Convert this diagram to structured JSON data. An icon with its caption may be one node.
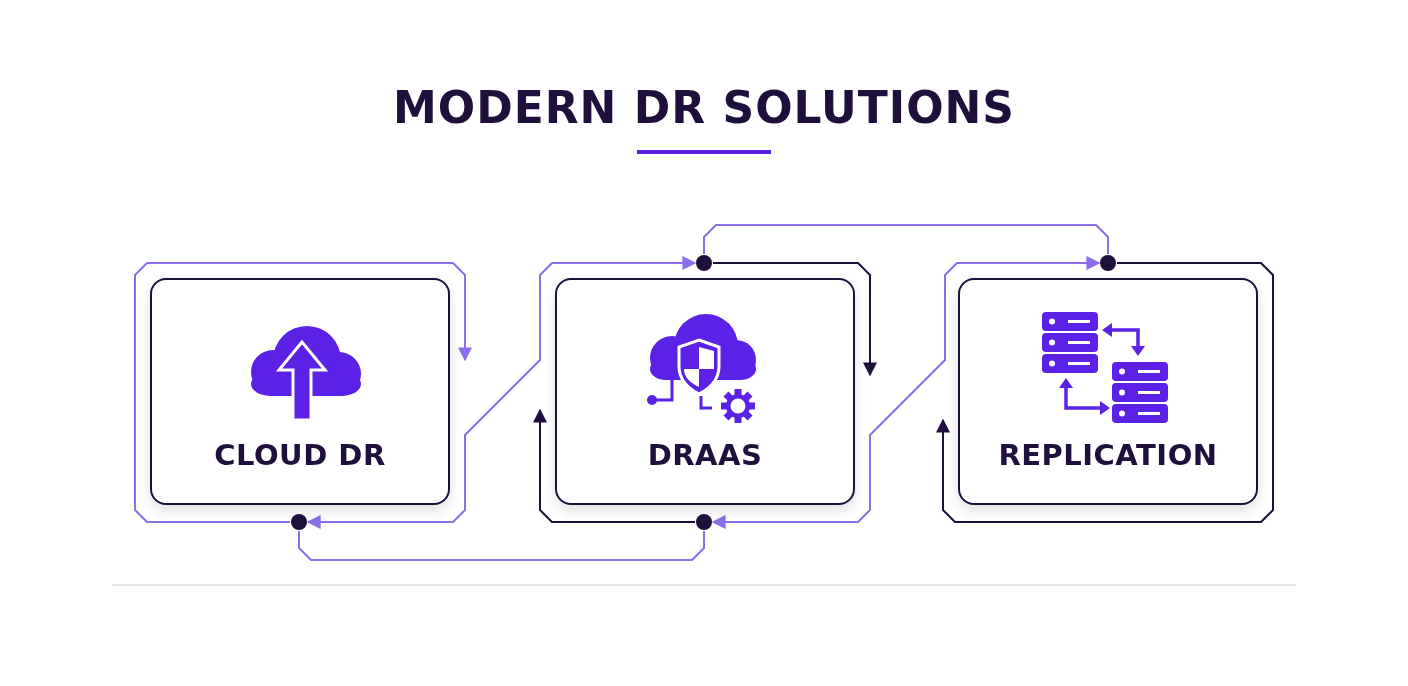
{
  "diagram": {
    "title": "MODERN DR SOLUTIONS",
    "nodes": [
      {
        "text": [
          "CLOUD DR"
        ]
      },
      {
        "text": [
          "DRAAS"
        ]
      },
      {
        "text": [
          "REPLICATION"
        ]
      },
      {
        "text": [],
        "shape": "circle"
      },
      {
        "text": [],
        "shape": "circle"
      },
      {
        "text": [],
        "shape": "circle"
      },
      {
        "text": [],
        "shape": "circle"
      }
    ],
    "edges": [
      {
        "from": 3,
        "to": 0,
        "arrow": "to"
      },
      {
        "from": 3,
        "to": 4,
        "arrow": "both"
      },
      {
        "from": 3,
        "to": 5,
        "arrow": "none"
      },
      {
        "from": 4,
        "to": 1,
        "arrow": "to",
        "color": "#1e0f3c"
      },
      {
        "from": 4,
        "to": 6,
        "arrow": "none"
      },
      {
        "from": 5,
        "to": 1,
        "arrow": "to",
        "color": "#1e0f3c"
      },
      {
        "from": 5,
        "to": 6,
        "arrow": "both"
      },
      {
        "from": 6,
        "to": 2,
        "arrow": "to",
        "color": "#1e0f3c"
      }
    ]
  }
}
